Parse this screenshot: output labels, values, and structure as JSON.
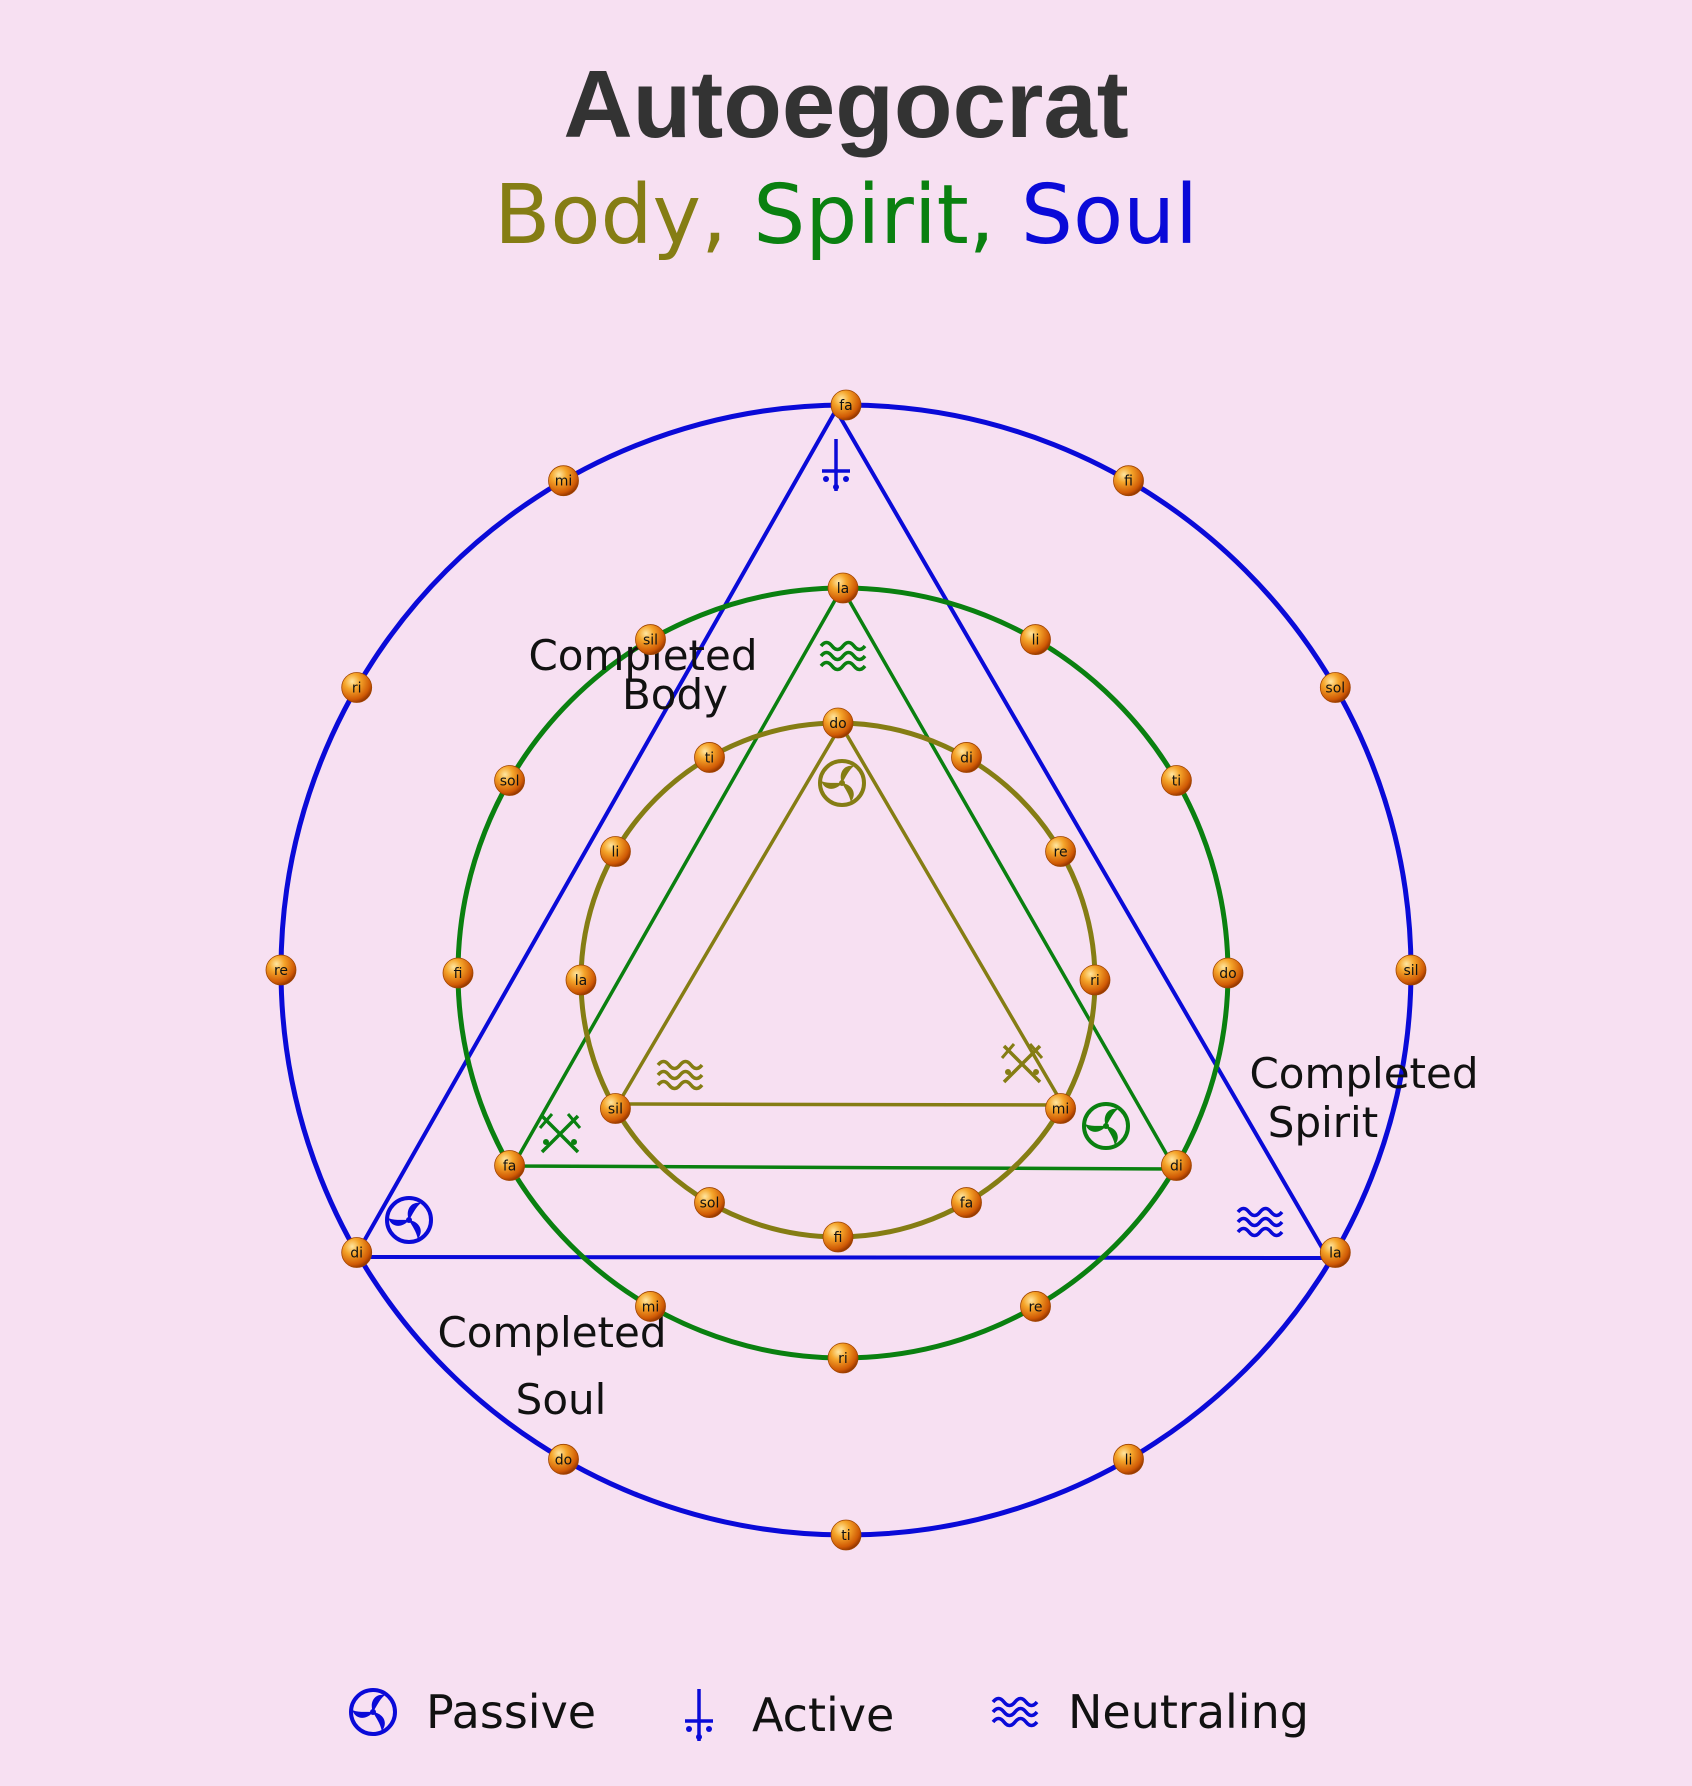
{
  "title": "Autoegocrat",
  "subtitle": {
    "body": "Body,",
    "spirit": "Spirit,",
    "soul": "Soul",
    "colors": {
      "body": "#857d14",
      "spirit": "#0a8010",
      "soul": "#0a0ad8"
    }
  },
  "labels": {
    "completed_body_1": "Completed",
    "completed_body_2": "Body",
    "completed_spirit_1": "Completed",
    "completed_spirit_2": "Spirit",
    "completed_soul_1": "Completed",
    "completed_soul_2": "Soul"
  },
  "notes": {
    "soul_circle": [
      "fa",
      "fi",
      "sol",
      "sil",
      "la",
      "li",
      "ti",
      "do",
      "di",
      "re",
      "ri",
      "mi"
    ],
    "spirit_circle": [
      "la",
      "li",
      "ti",
      "do",
      "di",
      "re",
      "ri",
      "mi",
      "fa",
      "fi",
      "sol",
      "sil"
    ],
    "body_circle": [
      "do",
      "di",
      "re",
      "ri",
      "mi",
      "fa",
      "fi",
      "sol",
      "sil",
      "la",
      "li",
      "ti"
    ]
  },
  "legend": {
    "passive": "Passive",
    "active": "Active",
    "neutraling": "Neutraling",
    "passive_icon": "triskelion-icon",
    "active_icon": "active-cross-icon",
    "neutraling_icon": "neutraling-waves-icon"
  },
  "colors": {
    "background": "#f7e0f2",
    "body": "#857d14",
    "spirit": "#0a8010",
    "soul": "#0a0ad8",
    "note_ball": "#f08a10"
  }
}
